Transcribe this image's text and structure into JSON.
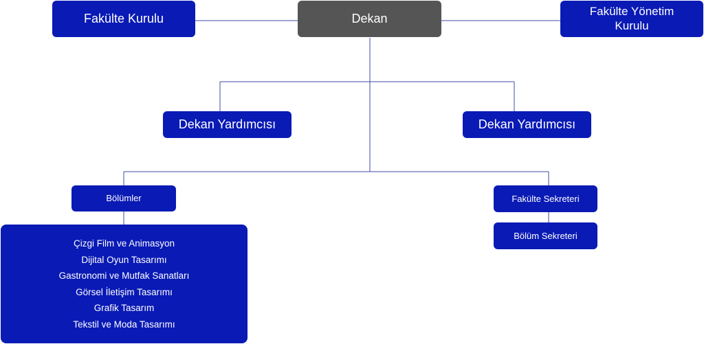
{
  "nodes": {
    "dean": "Dekan",
    "faculty_board": "Fakülte Kurulu",
    "faculty_executive_board": "Fakülte Yönetim Kurulu",
    "vice_dean_left": "Dekan Yardımcısı",
    "vice_dean_right": "Dekan Yardımcısı",
    "departments": "Bölümler",
    "faculty_secretary": "Fakülte Sekreteri",
    "department_secretary": "Bölüm Sekreteri"
  },
  "department_list": [
    "Çizgi Film ve Animasyon",
    "Dijital Oyun Tasarımı",
    "Gastronomi ve Mutfak Sanatları",
    "Görsel İletişim Tasarımı",
    "Grafik Tasarım",
    "Tekstil ve Moda Tasarımı"
  ],
  "colors": {
    "box_blue": "#0a1ab5",
    "box_gray": "#555555",
    "connector": "#3f4aa6",
    "text": "#ffffff"
  }
}
